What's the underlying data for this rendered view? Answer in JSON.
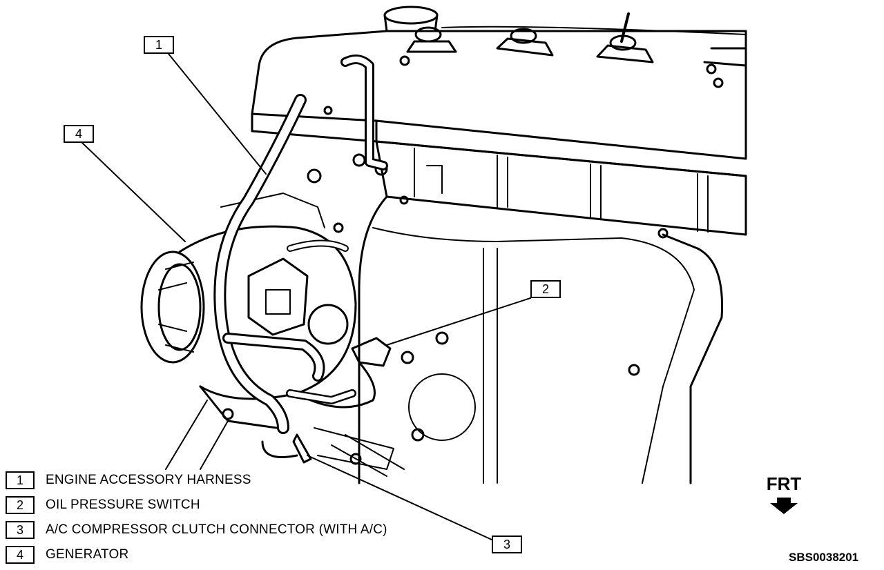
{
  "callouts": [
    {
      "num": "1"
    },
    {
      "num": "2"
    },
    {
      "num": "3"
    },
    {
      "num": "4"
    }
  ],
  "legend": [
    {
      "num": "1",
      "label": "ENGINE ACCESSORY HARNESS"
    },
    {
      "num": "2",
      "label": "OIL PRESSURE SWITCH"
    },
    {
      "num": "3",
      "label": "A/C COMPRESSOR CLUTCH CONNECTOR (WITH A/C)"
    },
    {
      "num": "4",
      "label": "GENERATOR"
    }
  ],
  "direction": {
    "label": "FRT",
    "icon": "arrow-down-icon"
  },
  "reference_code": "SBS0038201",
  "colors": {
    "ink": "#000000",
    "paper": "#ffffff"
  }
}
